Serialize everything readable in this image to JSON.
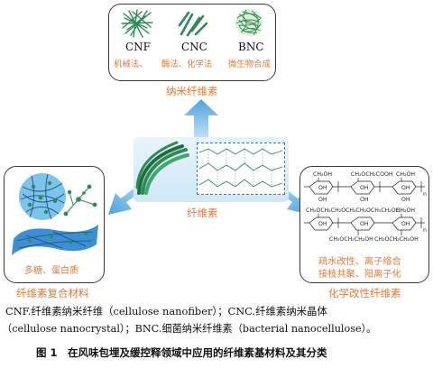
{
  "top_panel": {
    "title": "纳米纤维素",
    "items": [
      {
        "abbr": "CNF",
        "method": "机械法、"
      },
      {
        "abbr": "CNC",
        "method": "酶法、化学法"
      },
      {
        "abbr": "BNC",
        "method": "微生物合成"
      }
    ]
  },
  "center": {
    "label": "纤维素"
  },
  "left_panel": {
    "inner_label": "多糖、蛋白质",
    "title": "纤维素复合材料"
  },
  "right_panel": {
    "title": "化学改性纤维素",
    "mod_line1": "疏水改性、离子络合",
    "mod_line2": "接枝共聚、阳离子化",
    "chem": {
      "r1": "CH₂OH",
      "r2": "CH₂OCH₂COOH",
      "r3": "CH₂OH",
      "oh": "OH",
      "r4": "CH₂OCH₂CH₂OCH₂CH₂OCH₂CH₂OH",
      "r5": "CH₂OH",
      "r6": "CH₂OCH₂CH₂OH",
      "r7": "CH₂OCH₂CH₂OH",
      "n": "n",
      "o": "O"
    }
  },
  "caption": {
    "line1": "CNF.纤维素纳米纤维（cellulose nanofiber）；CNC.纤维素纳米晶体",
    "line2": "（cellulose nanocrystal）；BNC.细菌纳米纤维素（bacterial nanocellulose）。",
    "figure": "图 1　在风味包埋及缓控释领域中应用的纤维素基材料及其分类"
  },
  "colors": {
    "accent": "#e07b3a",
    "arrow": "#5aa7d9",
    "fiber": "#2e8b57",
    "border": "#3b3b3b"
  }
}
